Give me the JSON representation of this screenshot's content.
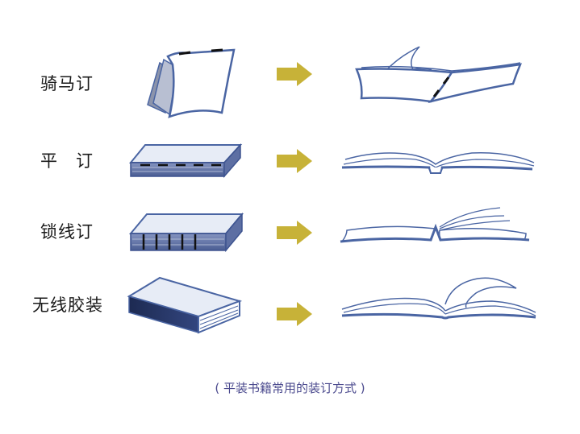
{
  "rows": [
    {
      "label": "骑马订"
    },
    {
      "label": "平　订"
    },
    {
      "label": "锁线订"
    },
    {
      "label": "无线胶装"
    }
  ],
  "caption": "( 平装书籍常用的装订方式 )",
  "colors": {
    "stroke": "#4a65a3",
    "stroke_dark": "#2b3f73",
    "cover_light": "#e7ecf6",
    "spine": "#3e5490",
    "spine_dark": "#1f2d55",
    "arrow": "#c7b238",
    "text": "#1a1a1a",
    "caption": "#4b4a8e"
  },
  "icons": {
    "arrow": "right-arrow-icon"
  }
}
